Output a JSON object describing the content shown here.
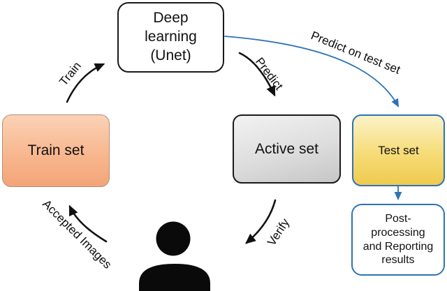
{
  "figure": {
    "background": "#ffffff",
    "colors": {
      "accent_blue": "#2E74B5",
      "arrow_black": "#111111",
      "train_fill_top": "#FBD2B6",
      "train_fill_bottom": "#F4A478",
      "active_fill_top": "#F2F2F2",
      "active_fill_bottom": "#C6C6C6",
      "test_fill_top": "#FBF2C9",
      "test_fill_bottom": "#EFCA4E"
    },
    "nodes": {
      "deep_learning": {
        "label": "Deep\nlearning\n(Unet)"
      },
      "train_set": {
        "label": "Train set"
      },
      "active_set": {
        "label": "Active set"
      },
      "test_set": {
        "label": "Test set"
      },
      "post_processing": {
        "label": "Post-\nprocessing\nand Reporting\nresults"
      }
    },
    "edges": {
      "train": {
        "label": "Train"
      },
      "predict": {
        "label": "Predict"
      },
      "predict_on_test": {
        "label": "Predict on test set"
      },
      "verify": {
        "label": "Verify"
      },
      "accepted_images": {
        "label": "Accepted Images"
      }
    },
    "icons": {
      "person": "user-silhouette"
    }
  }
}
